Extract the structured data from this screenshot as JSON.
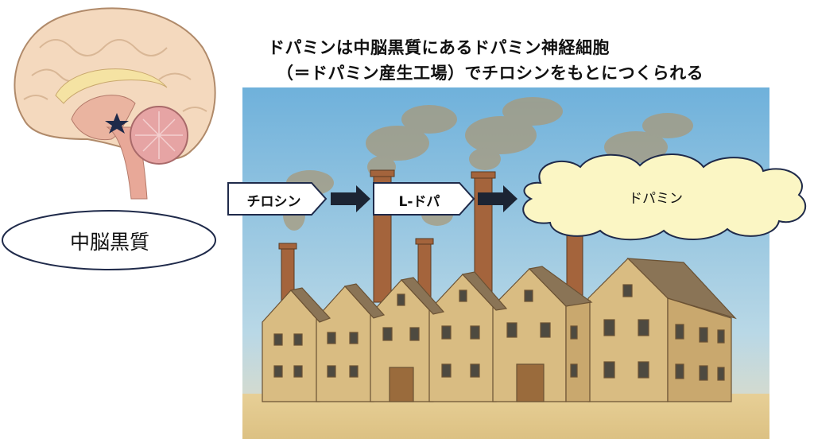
{
  "title": {
    "line1": "ドパミンは中脳黒質にあるドパミン神経細胞",
    "line2": "（＝ドパミン産生工場）でチロシンをもとにつくられる"
  },
  "brain_label": "中脳黒質",
  "pathway": {
    "step1": "チロシン",
    "step2": "L-ドパ",
    "product": "ドパミン"
  },
  "colors": {
    "accent_navy": "#1f2a4a",
    "arrow": "#1c2433",
    "cloud": "#fbf6c4",
    "sky": "#7fb8dc"
  }
}
